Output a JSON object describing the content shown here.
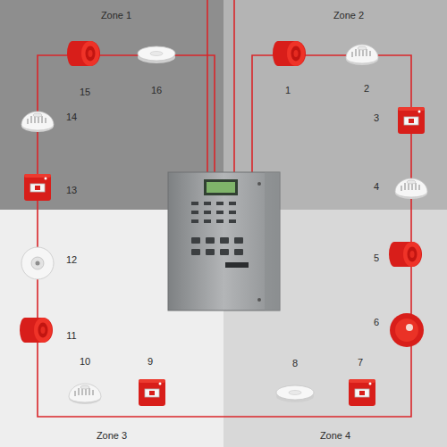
{
  "diagram": {
    "nodes": [
      {
        "text": [
          "Zone 1"
        ]
      },
      {
        "text": [
          "Zone 2"
        ]
      },
      {
        "text": [
          "Zone 3"
        ]
      },
      {
        "text": [
          "Zone 4"
        ]
      }
    ],
    "labels": [
      "1",
      "2",
      "3",
      "4",
      "5",
      "6",
      "7",
      "8",
      "9",
      "10",
      "11",
      "12",
      "13",
      "14",
      "15",
      "16"
    ]
  }
}
